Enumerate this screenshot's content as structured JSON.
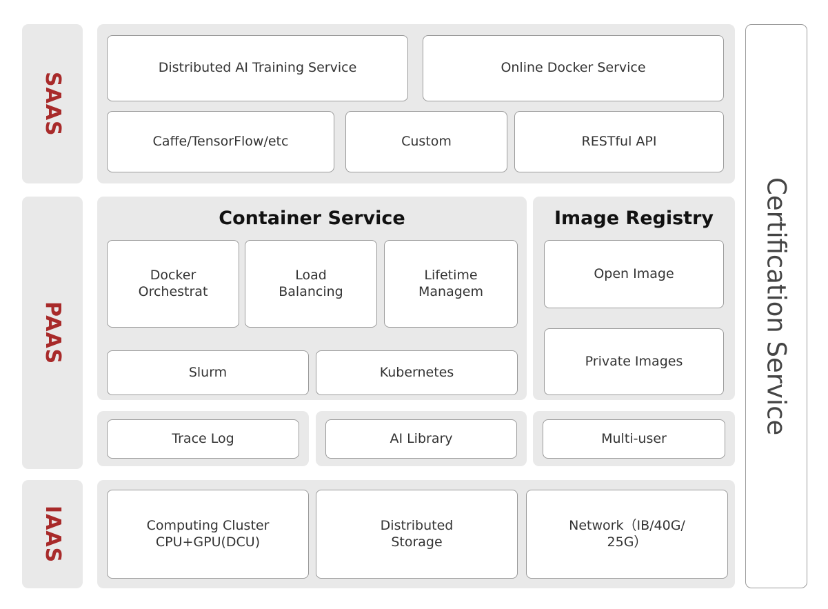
{
  "layers": [
    {
      "id": "saas",
      "label": "SAAS"
    },
    {
      "id": "paas",
      "label": "PAAS"
    },
    {
      "id": "iaas",
      "label": "IAAS"
    }
  ],
  "saas": {
    "cards": [
      {
        "label": "Distributed AI Training Service"
      },
      {
        "label": "Online Docker Service"
      },
      {
        "label": "Caffe/TensorFlow/etc"
      },
      {
        "label": "Custom"
      },
      {
        "label": "RESTful API"
      }
    ]
  },
  "paas": {
    "container_service": {
      "title": "Container Service",
      "cards": [
        {
          "label": "Docker\nOrchestrat"
        },
        {
          "label": "Load\nBalancing"
        },
        {
          "label": "Lifetime\nManagem"
        },
        {
          "label": "Slurm"
        },
        {
          "label": "Kubernetes"
        }
      ]
    },
    "image_registry": {
      "title": "Image Registry",
      "cards": [
        {
          "label": "Open Image"
        },
        {
          "label": "Private Images"
        }
      ]
    },
    "utilities": [
      {
        "label": "Trace Log"
      },
      {
        "label": "AI Library"
      },
      {
        "label": "Multi-user"
      }
    ]
  },
  "iaas": {
    "cards": [
      {
        "label": "Computing Cluster\nCPU+GPU(DCU)"
      },
      {
        "label": "Distributed\nStorage"
      },
      {
        "label": "Network（IB/40G/\n25G）"
      }
    ]
  },
  "certification": {
    "label": "Certification Service"
  },
  "colors": {
    "layer_label_red": "#a82a2a",
    "group_background": "#e9e9e9",
    "card_background": "#ffffff",
    "card_border": "#9a9a9a",
    "card_text": "#333333",
    "title_text": "#111111",
    "certification_text": "#444444",
    "page_background": "#ffffff"
  }
}
